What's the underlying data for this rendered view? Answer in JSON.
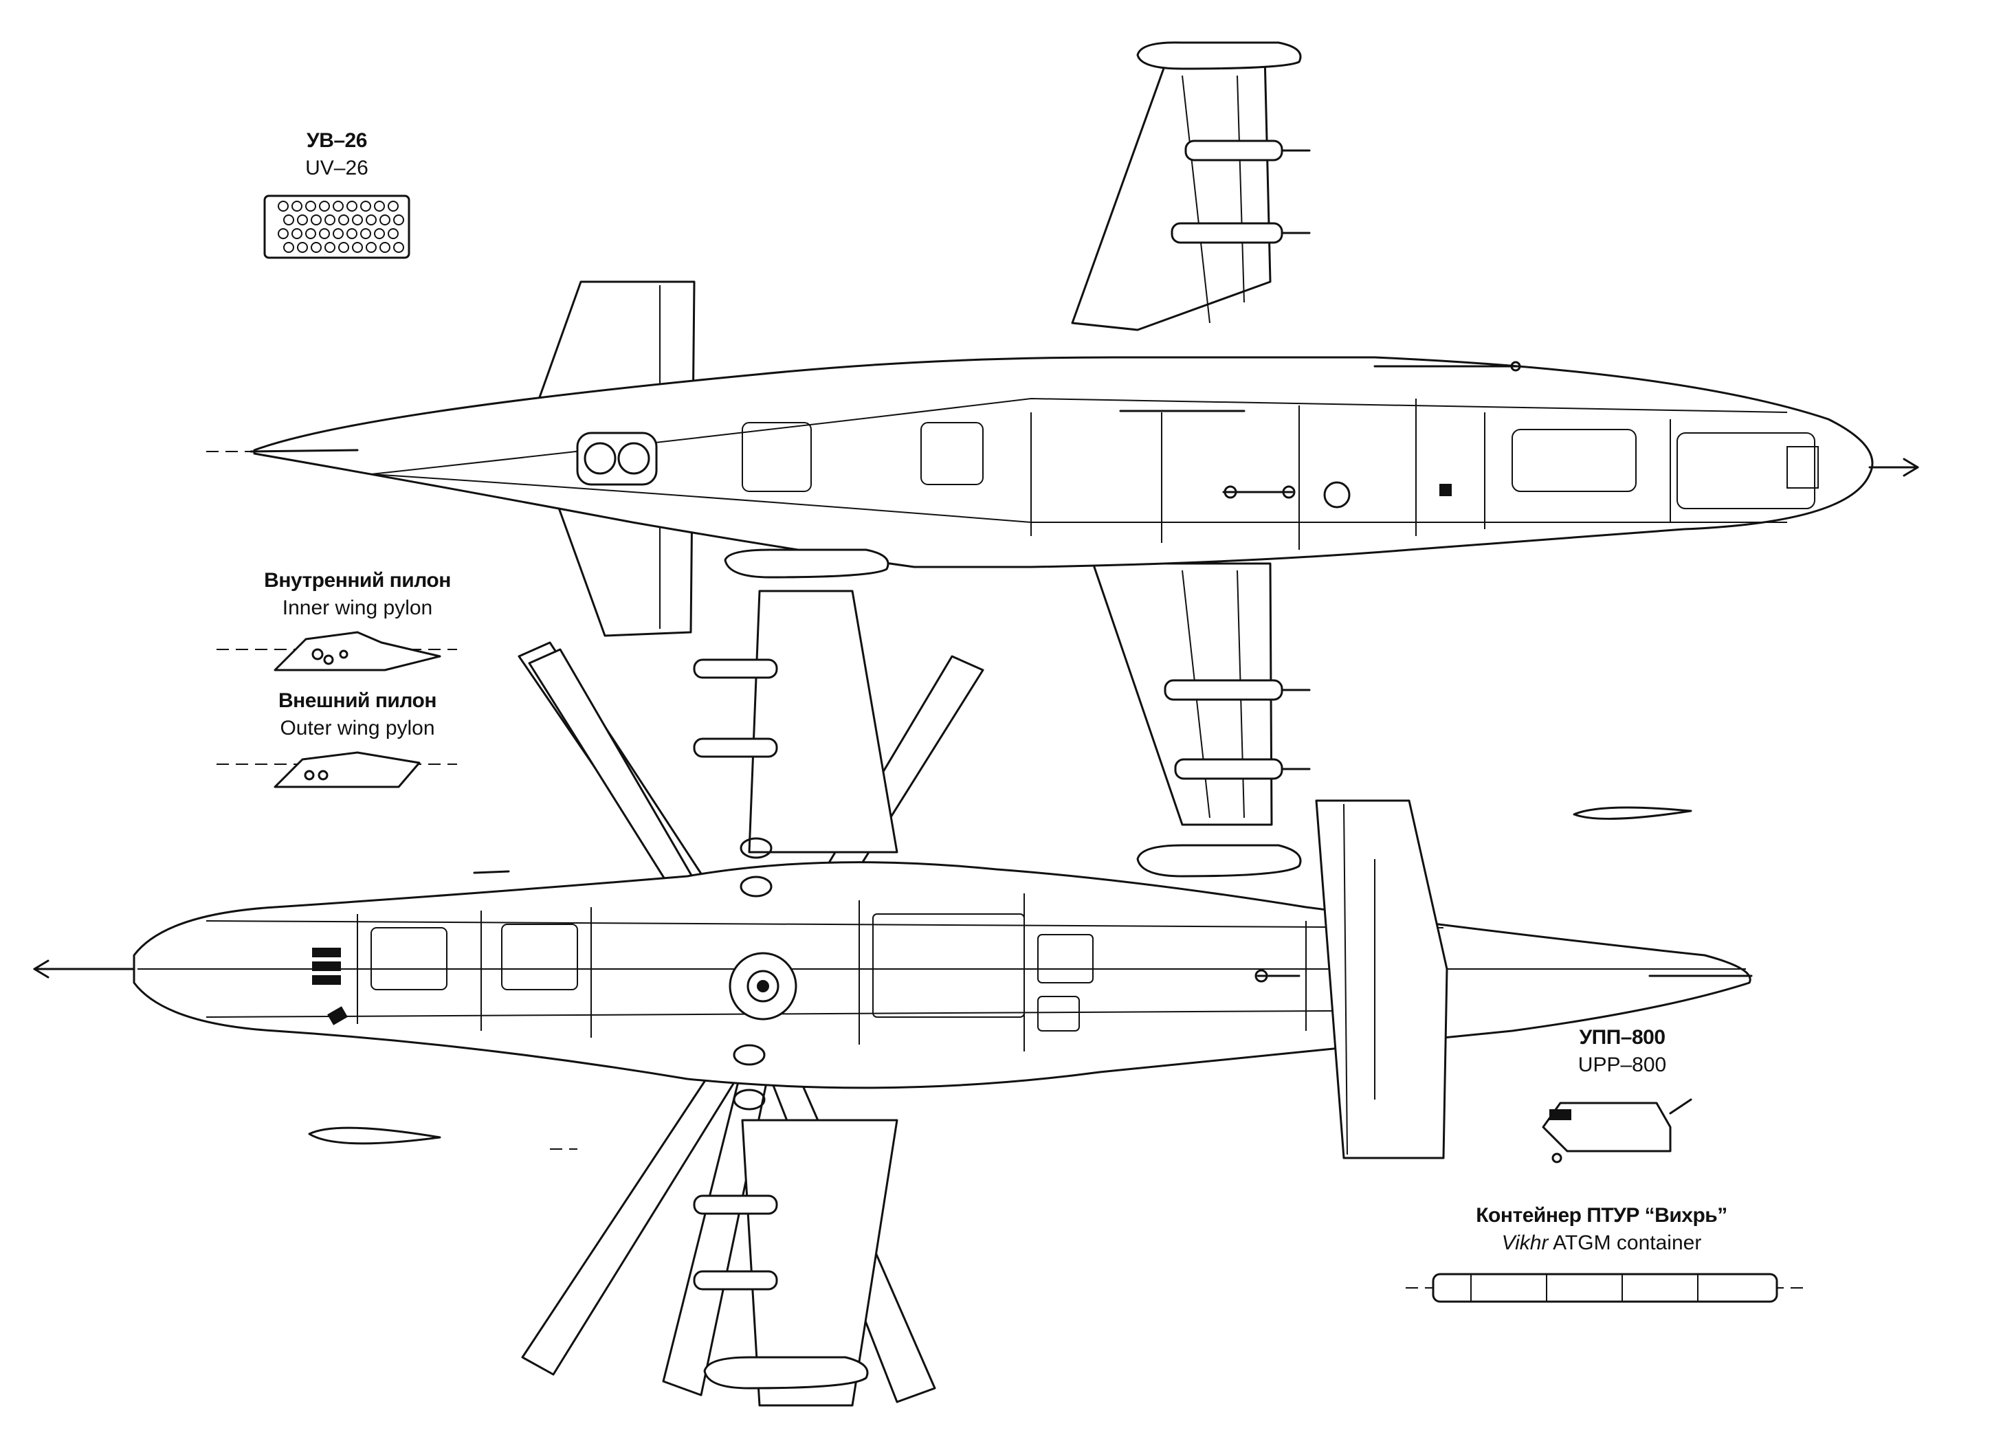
{
  "callouts": {
    "uv26": {
      "ru": "УВ–26",
      "en": "UV–26"
    },
    "inner_pylon": {
      "ru": "Внутренний пилон",
      "en": "Inner wing pylon"
    },
    "outer_pylon": {
      "ru": "Внешний пилон",
      "en": "Outer wing pylon"
    },
    "upp800": {
      "ru": "УПП–800",
      "en": "UPP–800"
    },
    "vikhr": {
      "ru": "Контейнер ПТУР “Вихрь”",
      "en_italic": "Vikhr",
      "en_rest": " ATGM container"
    }
  },
  "views": [
    {
      "name": "bottom-view",
      "subject": "helicopter-planform",
      "tail_direction": "left"
    },
    {
      "name": "top-view",
      "subject": "helicopter-planform",
      "tail_direction": "right",
      "rotor_blades": 6
    }
  ],
  "colors": {
    "ink": "#111111",
    "paper": "#ffffff"
  }
}
